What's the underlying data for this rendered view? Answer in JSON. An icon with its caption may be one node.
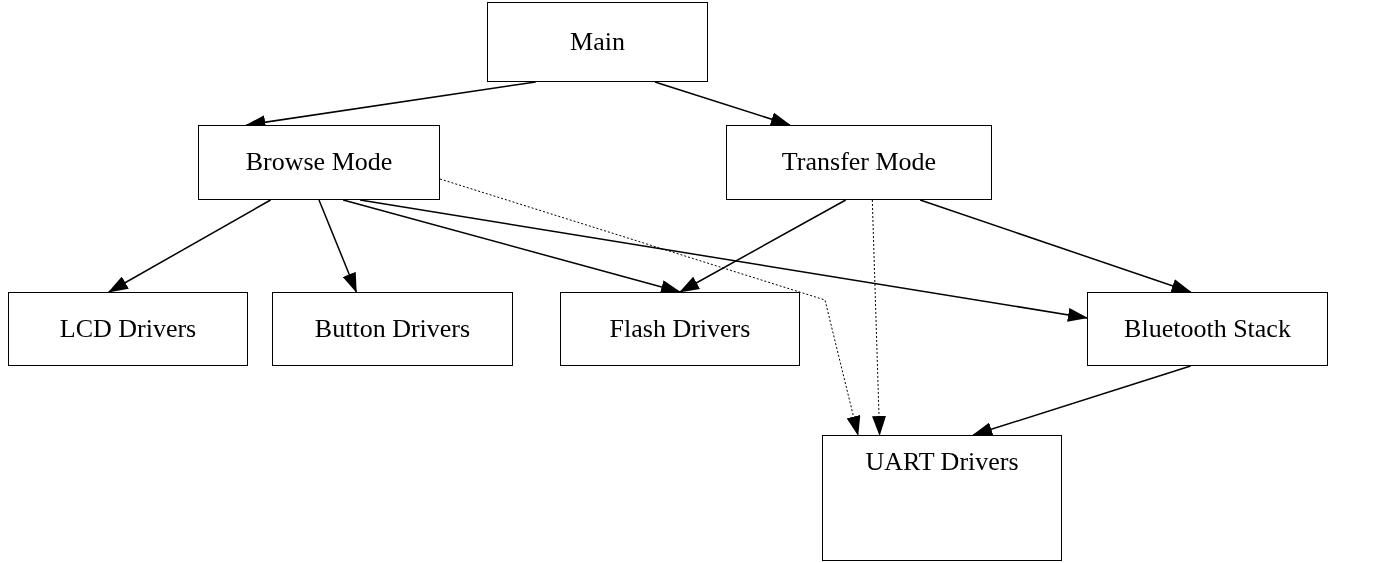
{
  "diagram": {
    "nodes": [
      {
        "text": [
          "Main"
        ]
      },
      {
        "text": [
          "Browse Mode"
        ]
      },
      {
        "text": [
          "Transfer Mode"
        ]
      },
      {
        "text": [
          "LCD Drivers"
        ]
      },
      {
        "text": [
          "Button Drivers"
        ]
      },
      {
        "text": [
          "Flash Drivers"
        ]
      },
      {
        "text": [
          "Bluetooth Stack"
        ]
      },
      {
        "text": [
          "UART Drivers"
        ]
      }
    ],
    "edges": [
      {
        "from": 0,
        "to": 1,
        "arrow": "to"
      },
      {
        "from": 0,
        "to": 2,
        "arrow": "to"
      },
      {
        "from": 1,
        "to": 3,
        "arrow": "to"
      },
      {
        "from": 1,
        "to": 4,
        "arrow": "to"
      },
      {
        "from": 1,
        "to": 5,
        "arrow": "to"
      },
      {
        "from": 1,
        "to": 6,
        "arrow": "to"
      },
      {
        "from": 1,
        "to": 7,
        "arrow": "to",
        "style": "dashed"
      },
      {
        "from": 2,
        "to": 5,
        "arrow": "to"
      },
      {
        "from": 2,
        "to": 7,
        "arrow": "to",
        "style": "dashed"
      },
      {
        "from": 2,
        "to": 6,
        "arrow": "to"
      },
      {
        "from": 6,
        "to": 7,
        "arrow": "to"
      }
    ]
  }
}
